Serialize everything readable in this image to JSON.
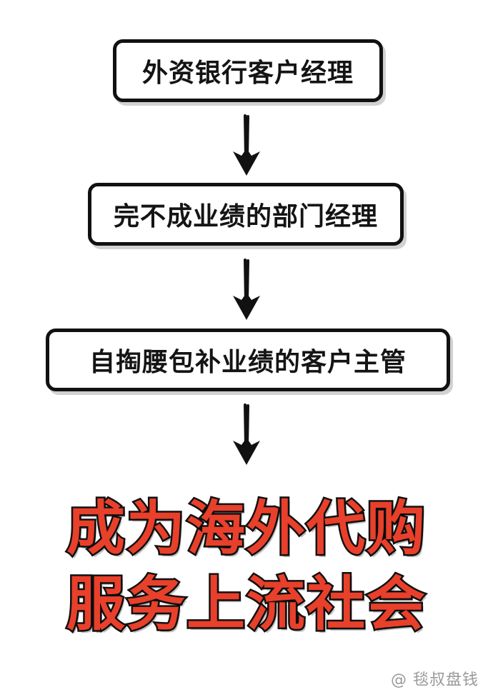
{
  "flow": {
    "steps": [
      "外资银行客户经理",
      "完不成业绩的部门经理",
      "自掏腰包补业绩的客户主管"
    ]
  },
  "headline": {
    "line1": "成为海外代购",
    "line2": "服务上流社会",
    "color": "#e8402b"
  },
  "watermark": "@ 毯叔盘钱"
}
